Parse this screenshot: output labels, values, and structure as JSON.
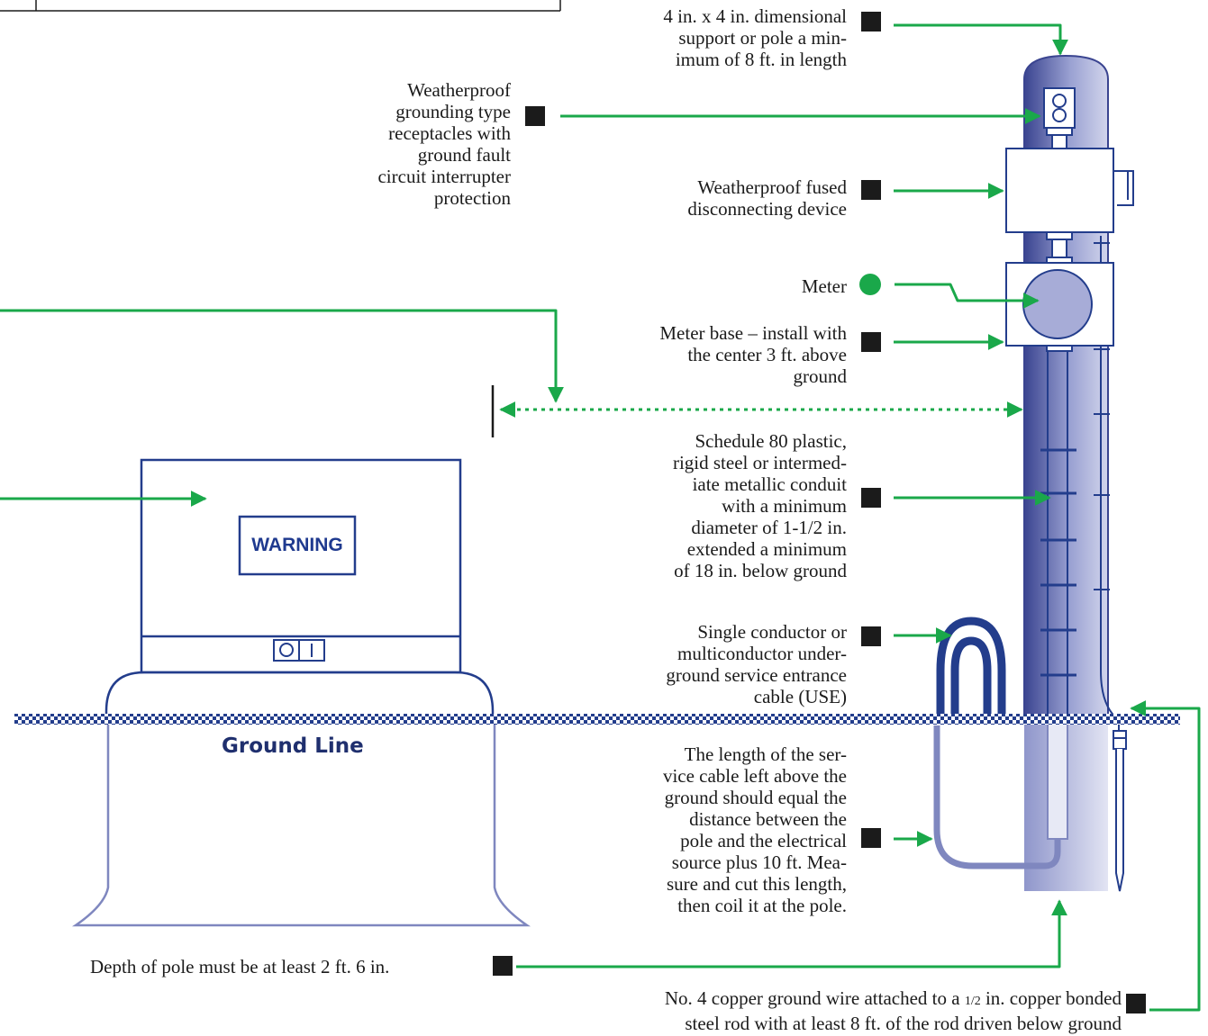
{
  "colors": {
    "pole_dark": "#3a4490",
    "pole_light": "#c9cde8",
    "outline_blue": "#233d8c",
    "leader_green": "#1aa84a",
    "marker_black": "#1b1b1b",
    "ground_line": "#233d8c",
    "buried_cable": "#7f87bf"
  },
  "icons": {
    "bullet": "black-square-marker",
    "meter_bullet": "green-circle-marker"
  },
  "labels": {
    "support": [
      "4 in. x 4 in. dimensional",
      "support or pole a min-",
      "imum of 8 ft. in length"
    ],
    "receptacles": [
      "Weatherproof",
      "grounding type",
      "receptacles with",
      "ground fault",
      "circuit interrupter",
      "protection"
    ],
    "disconnect": [
      "Weatherproof fused",
      "disconnecting device"
    ],
    "meter": "Meter",
    "meter_base": [
      "Meter base – install with",
      "the center 3 ft. above",
      "ground"
    ],
    "conduit": [
      "Schedule 80 plastic,",
      "rigid steel or intermed-",
      "iate metallic conduit",
      "with a minimum",
      "diameter of 1-1/2 in.",
      "extended a minimum",
      "of 18 in. below ground"
    ],
    "cable": [
      "Single conductor or",
      "multiconductor under-",
      "ground service entrance",
      "cable (USE)"
    ],
    "cable_length": [
      "The length of the ser-",
      "vice cable left above the",
      "ground should equal the",
      "distance between the",
      "pole and the electrical",
      "source plus 10 ft. Mea-",
      "sure and cut this length,",
      "then coil it at the pole."
    ],
    "pole_depth": "Depth of pole must be at  least 2 ft. 6 in.",
    "ground_wire_1a": "No. 4 copper ground wire attached to a ",
    "ground_wire_frac": "1/2",
    "ground_wire_1b": " in. copper bonded",
    "ground_wire_2": "steel rod with at least 8 ft. of the rod driven below ground",
    "ground_line": "Ground Line",
    "warning": "WARNING"
  }
}
